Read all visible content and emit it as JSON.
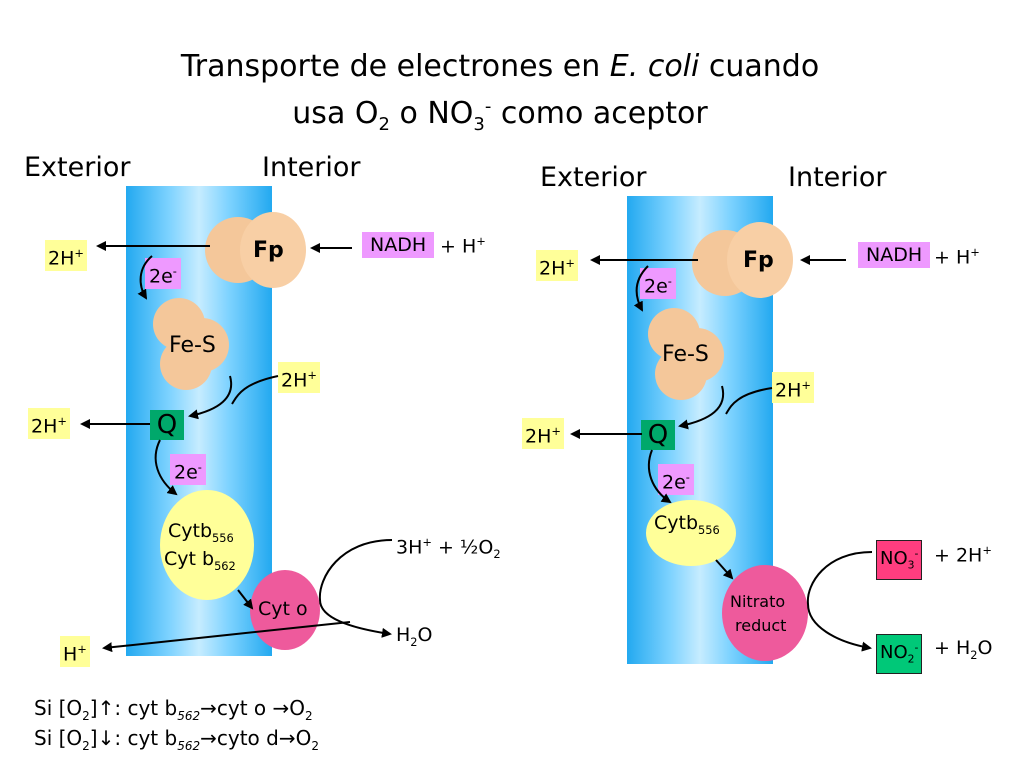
{
  "title": {
    "line1_a": "Transporte de electrones en ",
    "line1_italic": "E. coli",
    "line1_b": " cuando",
    "line2_a": "usa O",
    "line2_sub1": "2",
    "line2_b": " o NO",
    "line2_sub2": "3",
    "line2_sup": "-",
    "line2_c": " como aceptor"
  },
  "left": {
    "exterior": "Exterior",
    "interior": "Interior",
    "proton_out_1": "2H",
    "proton_out_2": "2H",
    "proton_out_3": "H",
    "plus": "+",
    "fp": "Fp",
    "nadh": "NADH",
    "nadh_rest": " + H",
    "electrons_1": "2e",
    "electrons_2": "2e",
    "minus": "-",
    "fes": "Fe-S",
    "proton_in": "2H",
    "q": "Q",
    "cytb_a": "Cytb",
    "cytb_a_sub": "556",
    "cytb_b": "Cyt b",
    "cytb_b_sub": "562",
    "cyto": "Cyt o",
    "o2_a": "3H",
    "o2_b": " + ½O",
    "o2_sub": "2",
    "h2o_a": "H",
    "h2o_sub": "2",
    "h2o_b": "O"
  },
  "right": {
    "exterior": "Exterior",
    "interior": "Interior",
    "proton_out_1": "2H",
    "proton_out_2": "2H",
    "plus": "+",
    "fp": "Fp",
    "nadh": "NADH",
    "nadh_rest": " + H",
    "electrons_1": "2e",
    "electrons_2": "2e",
    "minus": "-",
    "fes": "Fe-S",
    "proton_in": "2H",
    "q": "Q",
    "cytb": "Cytb",
    "cytb_sub": "556",
    "nitrato_1": "Nitrato",
    "nitrato_2": "reduct",
    "no3": "NO",
    "no3_sub": "3",
    "no3_sup": "-",
    "no3_rest": " + 2H",
    "no2": "NO",
    "no2_sub": "2",
    "no2_sup": "-",
    "no2_rest": " + H",
    "no2_rest_sub": "2",
    "no2_rest_b": "O"
  },
  "footer": {
    "line1_a": "Si [O",
    "line1_sub": "2",
    "line1_b": "]",
    "line1_arrow": "↑",
    "line1_c": ": cyt b",
    "line1_sub2": "562",
    "line1_arrow2": "→",
    "line1_d": "cyt o ",
    "line1_arrow3": "→",
    "line1_e": "O",
    "line1_sub3": "2",
    "line2_a": "Si [O",
    "line2_sub": "2",
    "line2_b": "]",
    "line2_arrow": "↓",
    "line2_c": ": cyt b",
    "line2_sub2": "562",
    "line2_arrow2": "→",
    "line2_d": "cyto d",
    "line2_arrow3": "→",
    "line2_e": "O",
    "line2_sub3": "2"
  }
}
